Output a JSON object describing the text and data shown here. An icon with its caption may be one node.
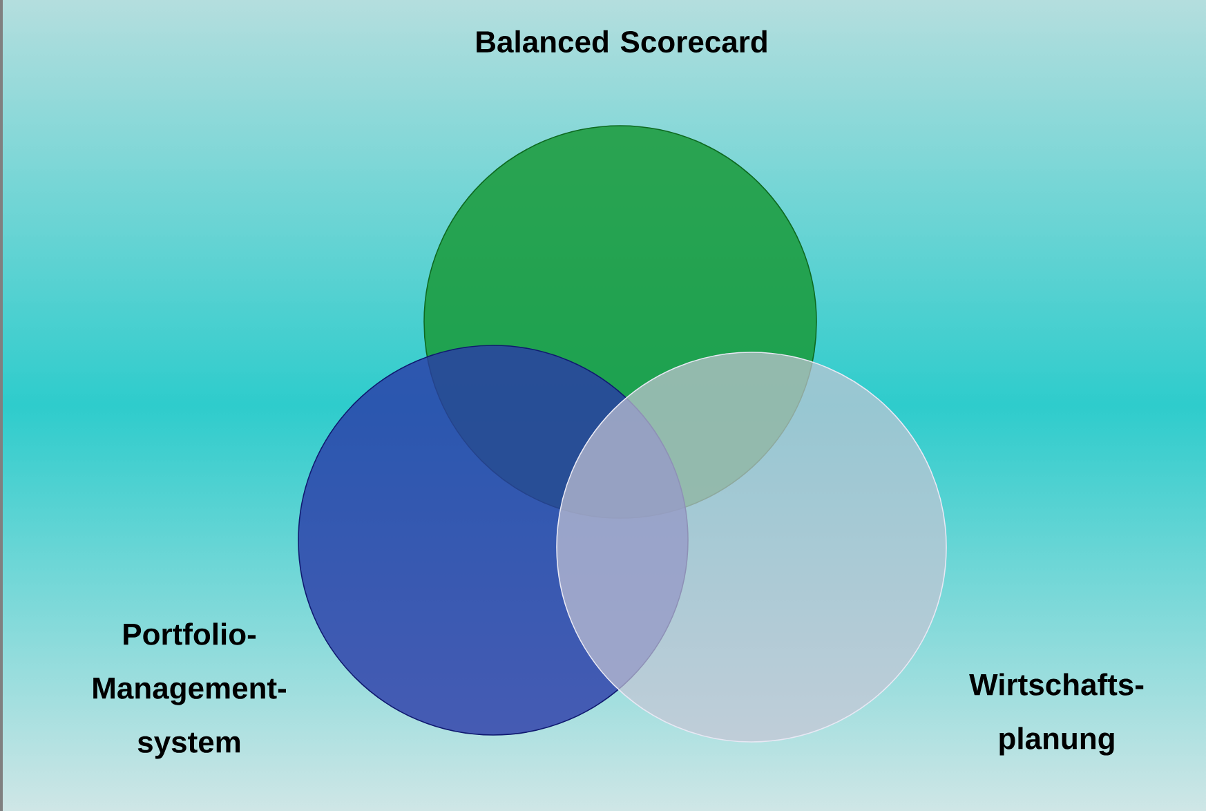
{
  "diagram": {
    "nodes": [
      {
        "text": [
          "Balanced Scorecard"
        ]
      },
      {
        "text": [
          "Portfolio- Management- system"
        ]
      },
      {
        "text": [
          "Wirtschafts- planung"
        ]
      }
    ]
  }
}
